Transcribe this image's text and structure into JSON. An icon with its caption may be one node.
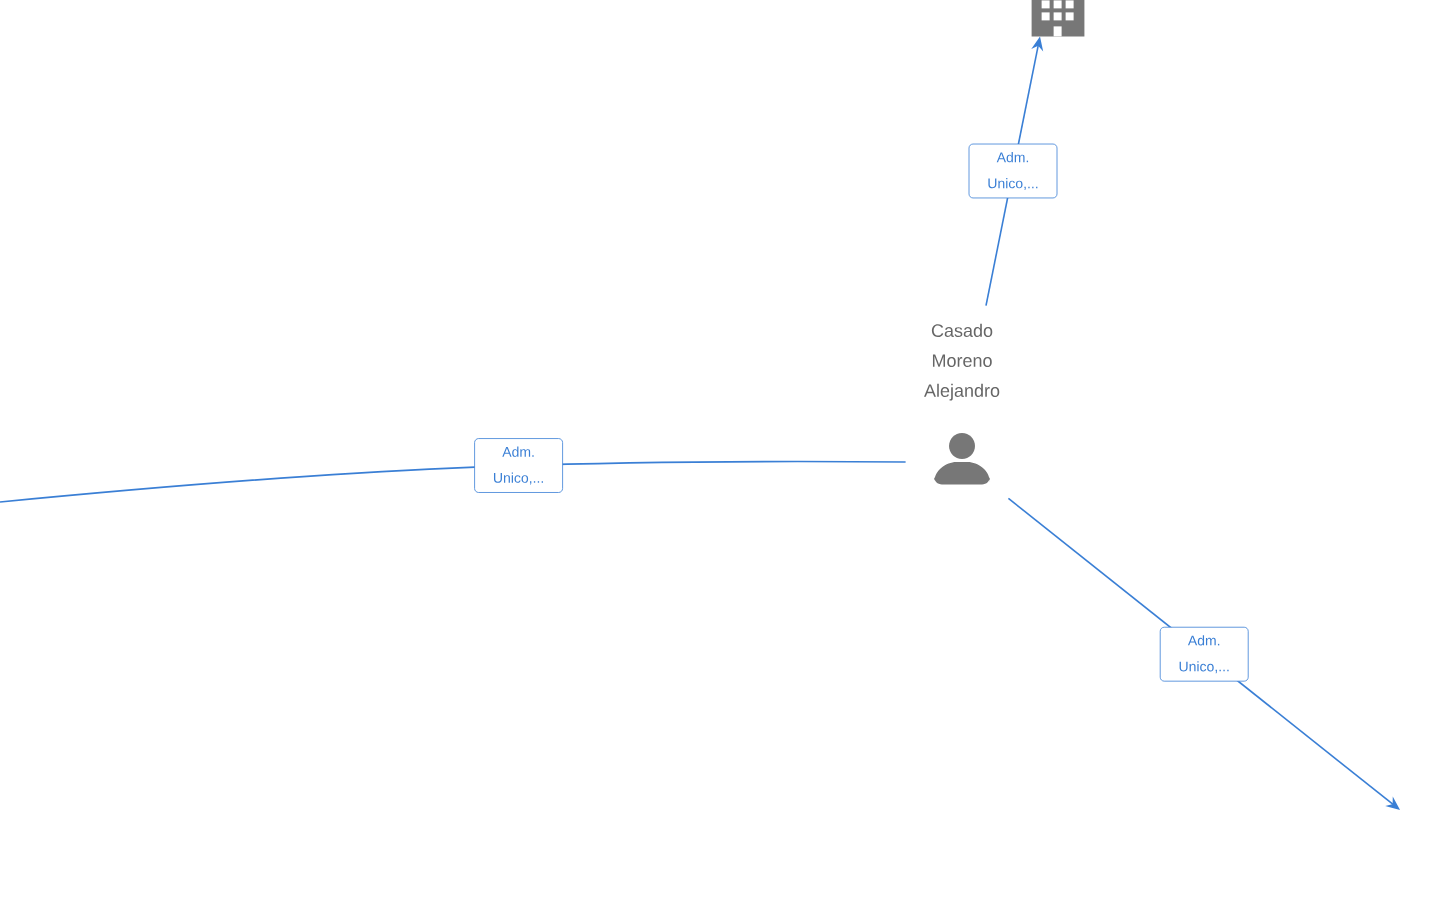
{
  "diagram": {
    "nodes": [
      {
        "text": [],
        "shape": "building"
      },
      {
        "text": [
          "Casado Moreno Alejandro"
        ]
      }
    ],
    "edges": [
      {
        "from": 1,
        "to": 0,
        "arrow": "to",
        "label": "Adm. Unico,..."
      },
      {
        "from": 1,
        "to": null,
        "arrow": "none",
        "label": "Adm. Unico,..."
      },
      {
        "from": 1,
        "to": null,
        "arrow": "to",
        "label": "Adm. Unico,..."
      }
    ]
  }
}
